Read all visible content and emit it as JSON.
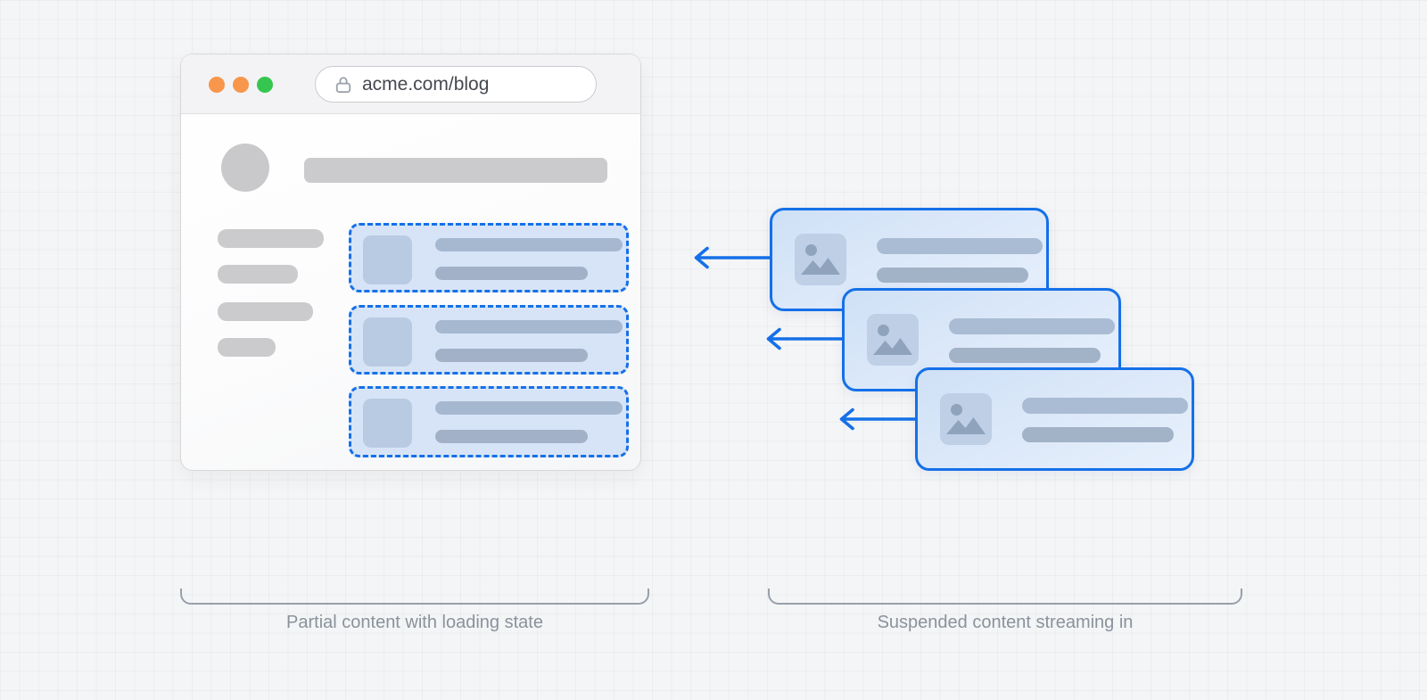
{
  "browser_window": {
    "address_bar": {
      "icon": "lock-icon",
      "url": "acme.com/blog"
    },
    "traffic_light_colors": [
      "#F8964B",
      "#F8964B",
      "#36C64F"
    ],
    "skeleton": {
      "avatar": "circle-placeholder",
      "sidebar_bars": 4,
      "loading_cards": 3,
      "loading_card_style": "dashed-blue-outline"
    }
  },
  "stream_panel": {
    "cards": 3,
    "card_icon": "image-icon",
    "arrow_icon": "arrow-left-icon",
    "arrows": 3
  },
  "captions": {
    "left": "Partial content with loading state",
    "right": "Suspended content streaming in"
  },
  "colors": {
    "accent_blue": "#1570E8",
    "loading_card_fill": "#D7E4F7",
    "stream_card_fill": "#D9E6F8",
    "skeleton_gray": "#CBCBCD",
    "skeleton_blue_bar": "#A6B8D0",
    "thumb_blue": "#B9CBE2",
    "caption_gray": "#8A929C",
    "bracket_gray": "#97A0AB",
    "background": "#F4F5F6",
    "dot_orange": "#F8964B",
    "dot_green": "#36C64F"
  }
}
